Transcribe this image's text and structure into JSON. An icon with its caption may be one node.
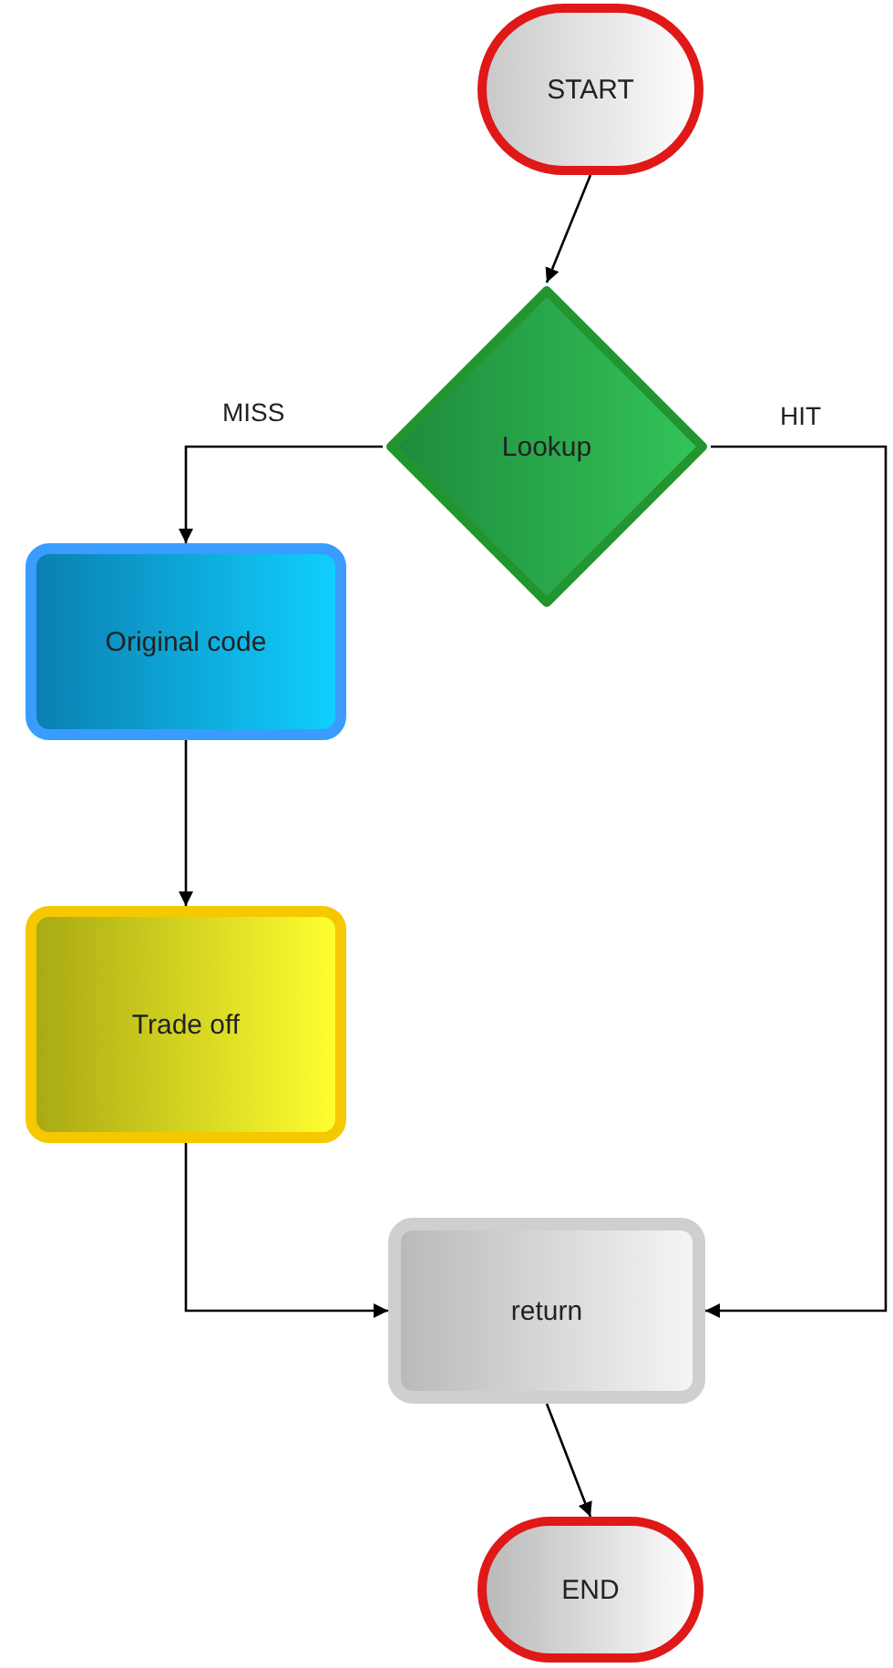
{
  "diagram": {
    "nodes": [
      {
        "text": [
          "START"
        ]
      },
      {
        "text": [
          "Lookup"
        ]
      },
      {
        "text": [
          "Original code"
        ]
      },
      {
        "text": [
          "Trade off"
        ]
      },
      {
        "text": [
          "return"
        ]
      },
      {
        "text": [
          "END"
        ]
      }
    ],
    "edges": [
      {
        "from": 0,
        "to": 1,
        "arrow": "to"
      },
      {
        "from": 1,
        "to": 2,
        "arrow": "to",
        "label": "MISS"
      },
      {
        "from": 1,
        "to": 4,
        "arrow": "to",
        "label": "HIT"
      },
      {
        "from": 2,
        "to": 3,
        "arrow": "to"
      },
      {
        "from": 3,
        "to": 4,
        "arrow": "to"
      },
      {
        "from": 4,
        "to": 5,
        "arrow": "to"
      }
    ]
  }
}
